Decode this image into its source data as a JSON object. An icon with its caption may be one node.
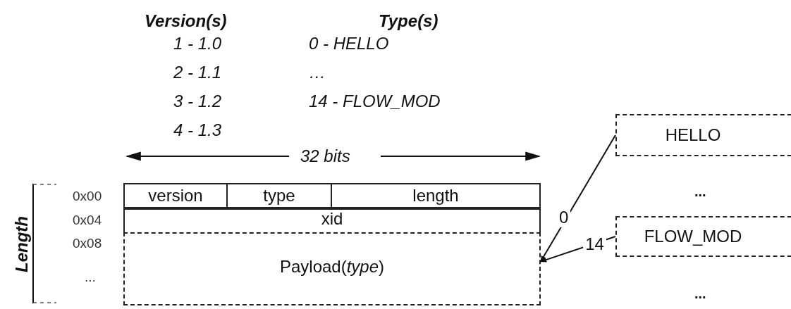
{
  "diagram": {
    "nodes": [
      {
        "text": [
          "version"
        ]
      },
      {
        "text": [
          "type"
        ]
      },
      {
        "text": [
          "length"
        ]
      },
      {
        "text": [
          "xid"
        ]
      },
      {
        "text": [
          "Payload(*type*)"
        ]
      },
      {
        "text": [
          "HELLO"
        ]
      },
      {
        "text": [
          "FLOW_MOD"
        ]
      }
    ],
    "edges": [
      {
        "from": 5,
        "to": 4,
        "arrow": "to",
        "label": "0"
      },
      {
        "from": 6,
        "to": 4,
        "arrow": "to",
        "label": "14"
      }
    ],
    "labels": [
      "Version(s)",
      "Type(s)",
      "1 - 1.0",
      "0 - HELLO",
      "2 - 1.1",
      "…",
      "3 - 1.2",
      "14 - FLOW_MOD",
      "4 - 1.3",
      "32 bits",
      "Length",
      "0x00",
      "0x04",
      "0x08",
      "...",
      "...",
      "..."
    ]
  }
}
